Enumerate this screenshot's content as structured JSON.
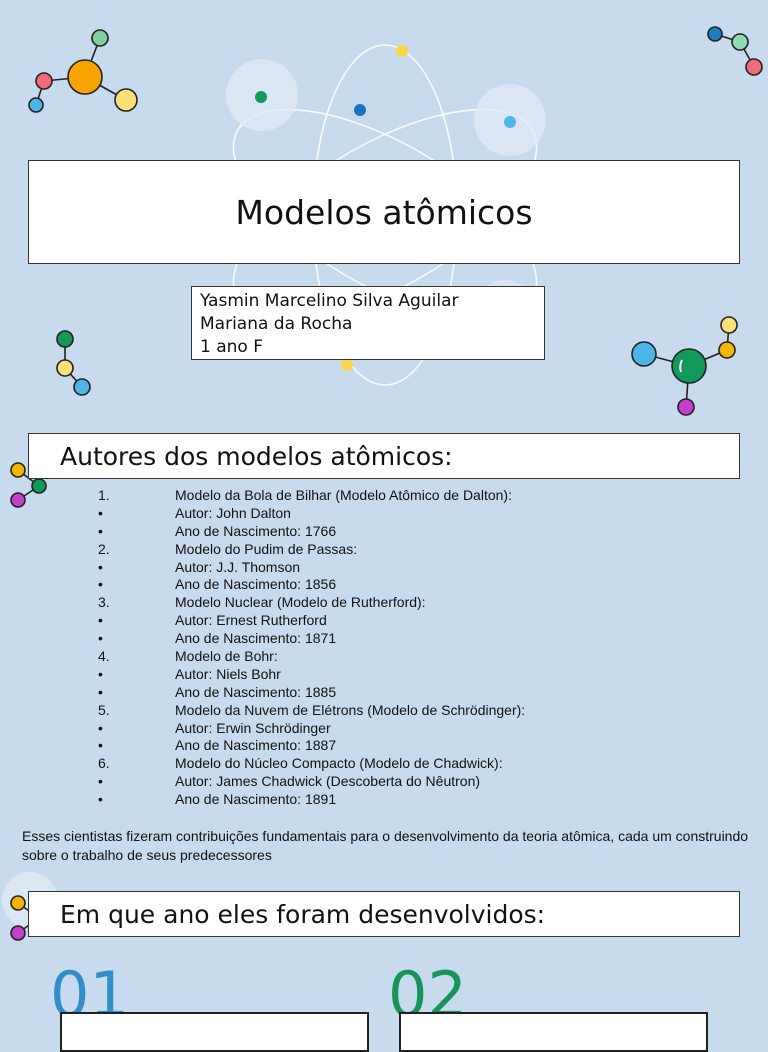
{
  "slide": {
    "title": "Modelos atômicos",
    "authors_box": [
      "Yasmin Marcelino Silva Aguilar",
      "Mariana da Rocha",
      "1 ano F"
    ]
  },
  "section_authors": {
    "heading": "Autores dos modelos atômicos:",
    "items": [
      {
        "marker": "1.",
        "text": "Modelo da Bola de Bilhar (Modelo Atômico de Dalton):"
      },
      {
        "marker": "•",
        "text": "Autor: John Dalton"
      },
      {
        "marker": "•",
        "text": "Ano de Nascimento: 1766"
      },
      {
        "marker": "2.",
        "text": "Modelo do Pudim de Passas:"
      },
      {
        "marker": "•",
        "text": "Autor: J.J. Thomson"
      },
      {
        "marker": "•",
        "text": "Ano de Nascimento: 1856"
      },
      {
        "marker": "3.",
        "text": "Modelo Nuclear (Modelo de Rutherford):"
      },
      {
        "marker": "•",
        "text": "Autor: Ernest Rutherford"
      },
      {
        "marker": "•",
        "text": "Ano de Nascimento: 1871"
      },
      {
        "marker": "4.",
        "text": "Modelo de Bohr:"
      },
      {
        "marker": "•",
        "text": "Autor: Niels Bohr"
      },
      {
        "marker": "•",
        "text": "Ano de Nascimento: 1885"
      },
      {
        "marker": "5.",
        "text": "Modelo da Nuvem de Elétrons (Modelo de Schrödinger):"
      },
      {
        "marker": "•",
        "text": "Autor: Erwin Schrödinger"
      },
      {
        "marker": "•",
        "text": "Ano de Nascimento: 1887"
      },
      {
        "marker": "6.",
        "text": "Modelo do Núcleo Compacto (Modelo de Chadwick):"
      },
      {
        "marker": "•",
        "text": "Autor: James Chadwick (Descoberta do Nêutron)"
      },
      {
        "marker": "•",
        "text": "Ano de Nascimento: 1891"
      }
    ],
    "summary": "Esses cientistas fizeram contribuições fundamentais para o desenvolvimento da teoria atômica, cada um construindo sobre o trabalho de seus predecessores"
  },
  "section_years": {
    "heading": "Em que ano eles foram desenvolvidos:",
    "numbers": [
      "01",
      "02"
    ]
  },
  "colors": {
    "background": "#c8daee",
    "number_01": "#2f8fc6",
    "number_02": "#16945a"
  }
}
